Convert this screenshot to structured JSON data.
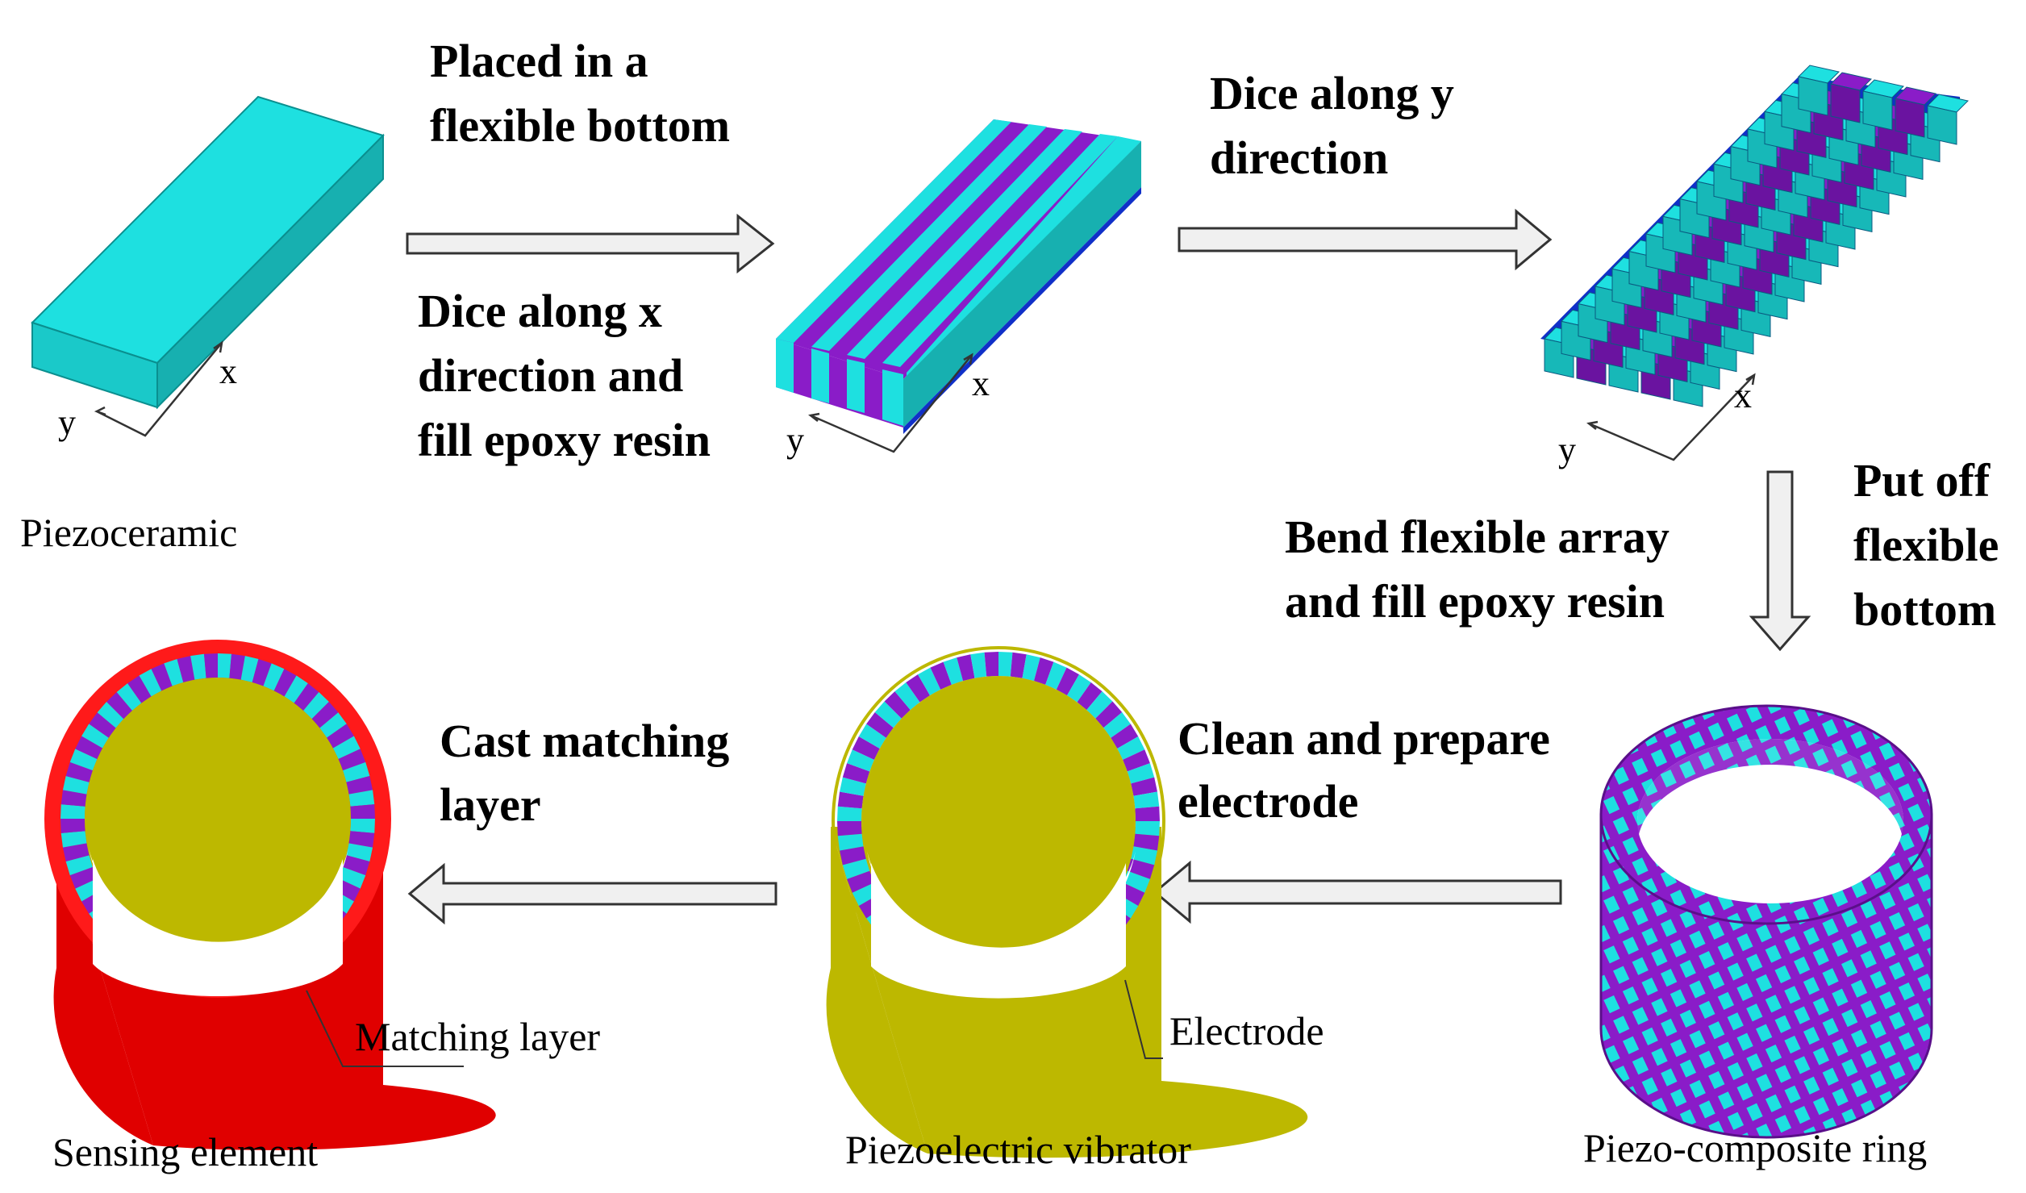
{
  "steps": {
    "s1_line1": "Placed in a",
    "s1_line2": "flexible bottom",
    "s2_line1": "Dice along x",
    "s2_line2": "direction and",
    "s2_line3": "fill epoxy resin",
    "s3_line1": "Dice along y",
    "s3_line2": "direction",
    "s4_line1": "Put off",
    "s4_line2": "flexible",
    "s4_line3": "bottom",
    "s5_line1": "Bend flexible array",
    "s5_line2": "and fill epoxy resin",
    "s6_line1": "Clean and prepare",
    "s6_line2": "electrode",
    "s7_line1": "Cast matching",
    "s7_line2": "layer"
  },
  "captions": {
    "piezoceramic": "Piezoceramic",
    "piezo_composite_ring": "Piezo-composite ring",
    "piezoelectric_vibrator": "Piezoelectric vibrator",
    "sensing_element": "Sensing element"
  },
  "callouts": {
    "electrode": "Electrode",
    "matching_layer": "Matching layer"
  },
  "axes": {
    "x": "x",
    "y": "y"
  },
  "colors": {
    "ceramic": "#1EE0E0",
    "ceramic_side": "#17B8B8",
    "epoxy": "#8A1CC8",
    "base": "#1030C8",
    "electrode": "#BDB800",
    "matching": "#E80000",
    "arrow_fill": "#F0F0F0",
    "arrow_stroke": "#333333"
  }
}
